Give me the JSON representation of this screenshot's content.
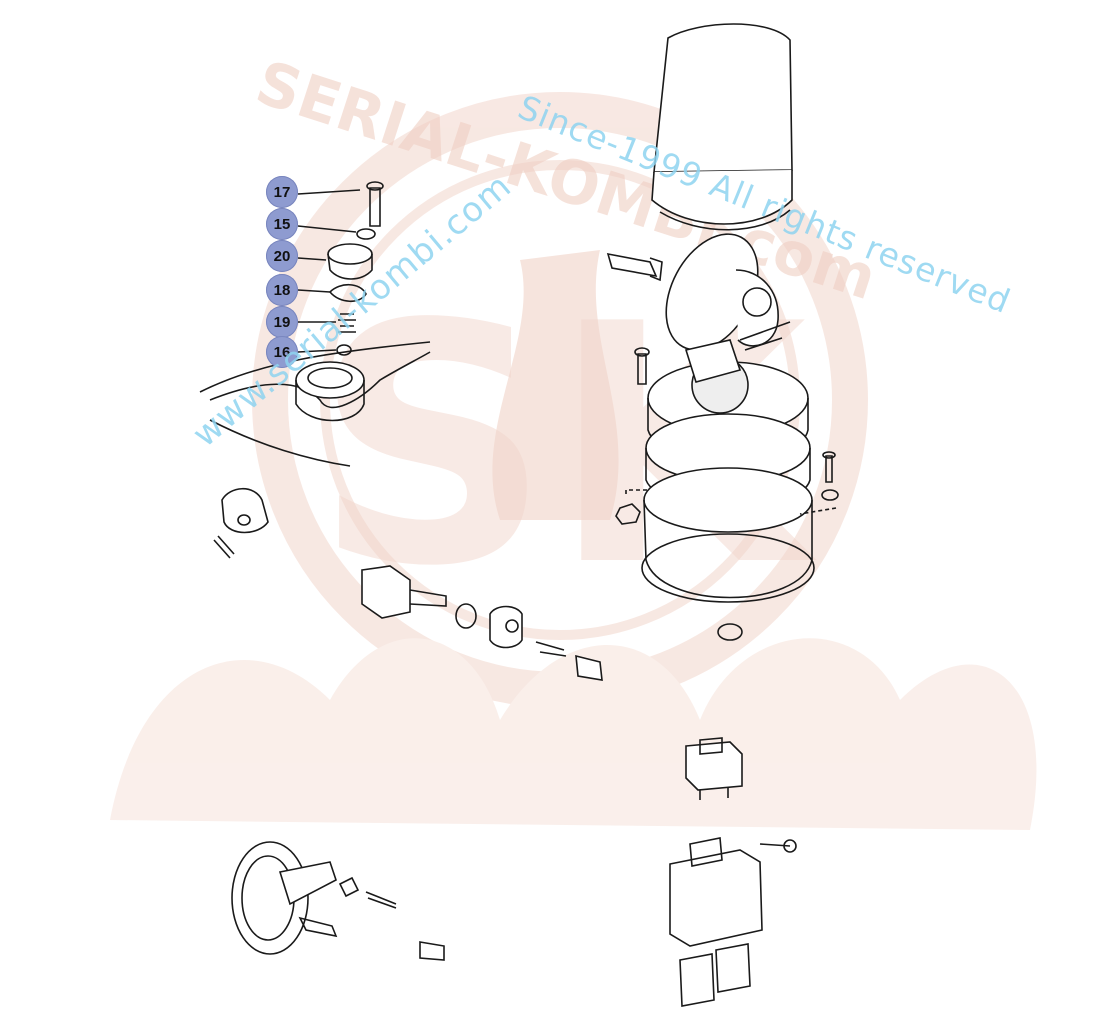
{
  "watermark": {
    "url_text": "www.serial-kombi.com",
    "since_text": "Since-1999 All rights reserved",
    "brand_text": "SERIAL-KOMBI.com",
    "monogram": "SK",
    "colors": {
      "text": "#8fd4f0",
      "emblem": "#f2d6cc",
      "emblem_dark": "#e8c4b8"
    }
  },
  "callouts": [
    {
      "label": "17",
      "part": "screw"
    },
    {
      "label": "15",
      "part": "washer"
    },
    {
      "label": "20",
      "part": "socket-cap"
    },
    {
      "label": "18",
      "part": "clip"
    },
    {
      "label": "19",
      "part": "spring"
    },
    {
      "label": "16",
      "part": "nut"
    }
  ],
  "colors": {
    "callout_fill": "#8e9bd0",
    "line": "#1a1a1a"
  }
}
